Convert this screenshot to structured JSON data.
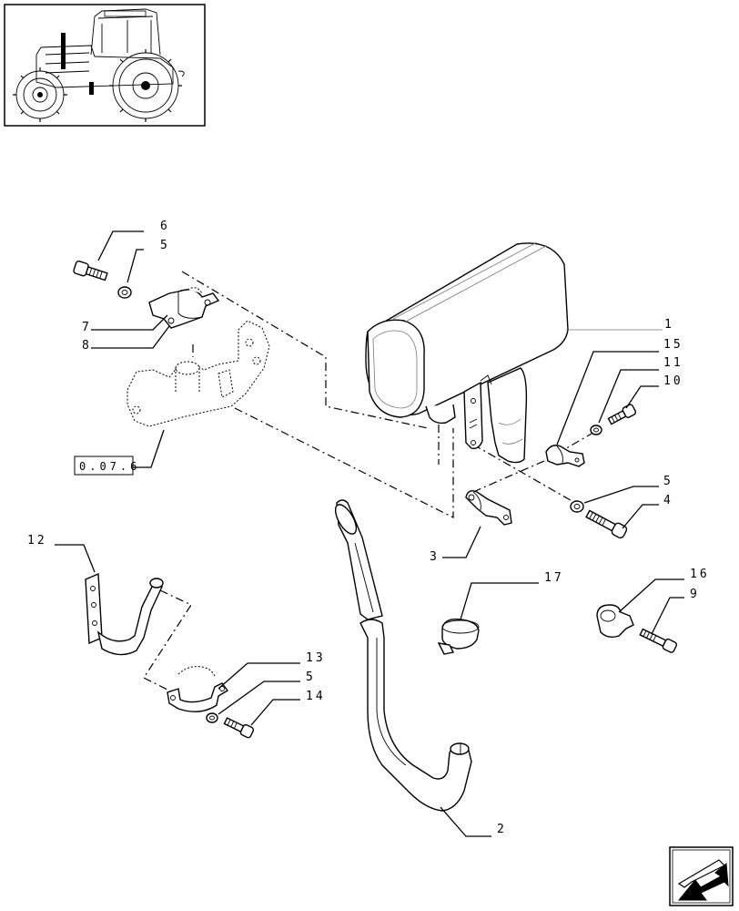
{
  "reference_box": {
    "label": "0.07.6"
  },
  "callouts": {
    "c1": "1",
    "c2": "2",
    "c3": "3",
    "c4": "4",
    "c5a": "5",
    "c5b": "5",
    "c5c": "5",
    "c6": "6",
    "c7": "7",
    "c8": "8",
    "c9": "9",
    "c10": "10",
    "c11": "11",
    "c12": "12",
    "c13": "13",
    "c14": "14",
    "c15": "15",
    "c16": "16",
    "c17": "17"
  },
  "icons": {
    "thumbnail": "tractor-thumbnail-icon",
    "nav": "next-page-arrow-icon"
  }
}
